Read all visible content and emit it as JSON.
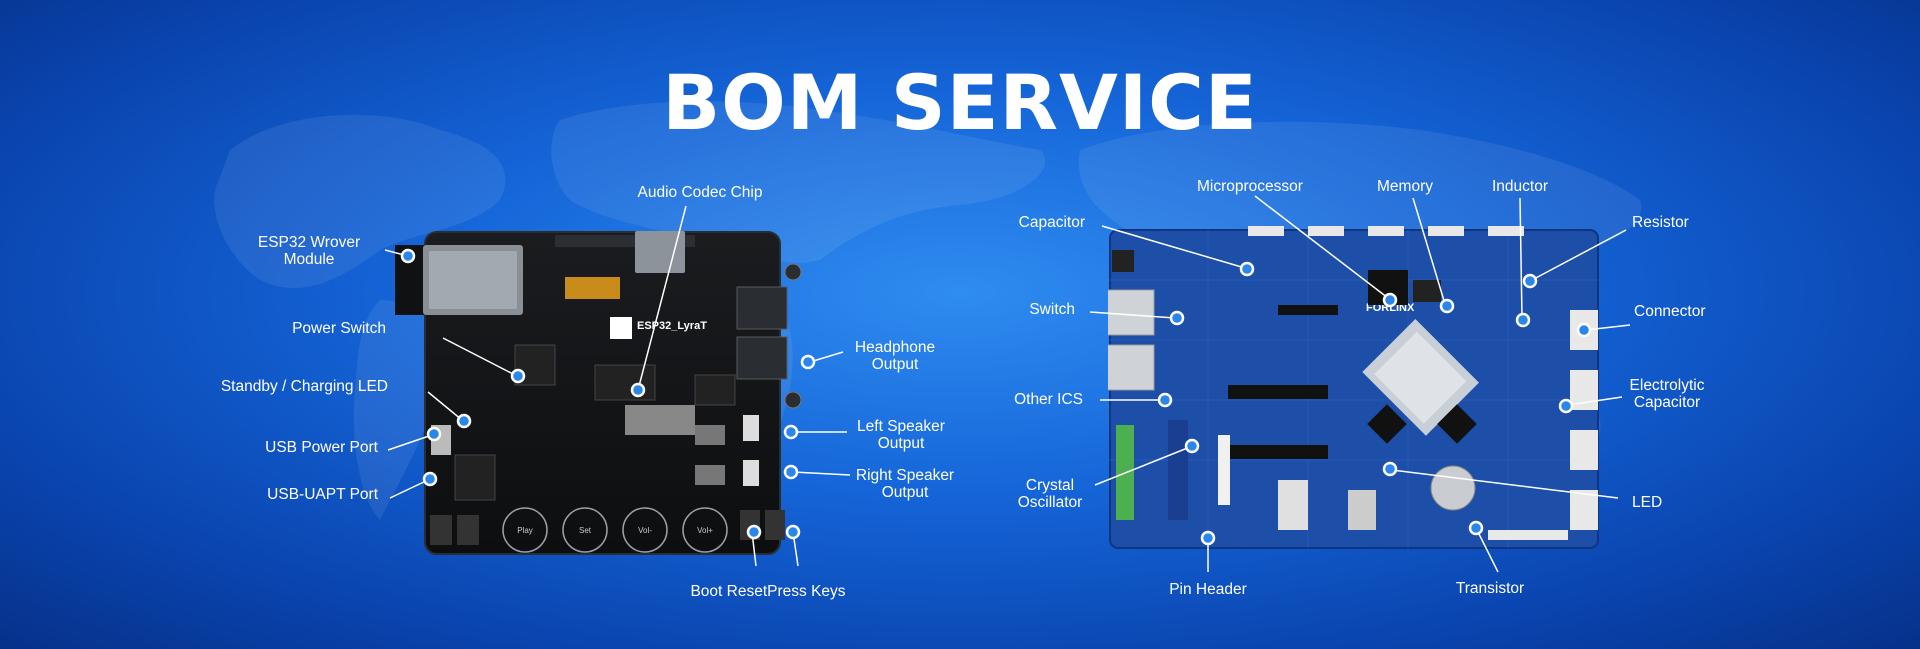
{
  "title": "BOM SERVICE",
  "left_board": {
    "silkscreen": "ESP32_LyraT",
    "buttons": [
      "Play",
      "Set",
      "Vol-",
      "Vol+"
    ],
    "callouts": [
      {
        "id": "esp32",
        "text": "ESP32 Wrover\nModule"
      },
      {
        "id": "audio_codec",
        "text": "Audio Codec Chip"
      },
      {
        "id": "power_switch",
        "text": "Power Switch"
      },
      {
        "id": "standby_led",
        "text": "Standby / Charging LED"
      },
      {
        "id": "usb_power",
        "text": "USB Power Port"
      },
      {
        "id": "usb_uapt",
        "text": "USB-UAPT Port"
      },
      {
        "id": "headphone",
        "text": "Headphone\nOutput"
      },
      {
        "id": "left_speaker",
        "text": "Left Speaker\nOutput"
      },
      {
        "id": "right_speaker",
        "text": "Right Speaker\nOutput"
      },
      {
        "id": "boot_keys",
        "text": "Boot ResetPress Keys"
      }
    ]
  },
  "right_board": {
    "silkscreen": "FORLINX",
    "callouts": [
      {
        "id": "capacitor",
        "text": "Capacitor"
      },
      {
        "id": "microprocessor",
        "text": "Microprocessor"
      },
      {
        "id": "memory",
        "text": "Memory"
      },
      {
        "id": "inductor",
        "text": "Inductor"
      },
      {
        "id": "resistor",
        "text": "Resistor"
      },
      {
        "id": "switch",
        "text": "Switch"
      },
      {
        "id": "connector",
        "text": "Connector"
      },
      {
        "id": "other_ics",
        "text": "Other ICS"
      },
      {
        "id": "electrolytic",
        "text": "Electrolytic\nCapacitor"
      },
      {
        "id": "crystal",
        "text": "Crystal\nOscillator"
      },
      {
        "id": "led",
        "text": "LED"
      },
      {
        "id": "pin_header",
        "text": "Pin Header"
      },
      {
        "id": "transistor",
        "text": "Transistor"
      }
    ]
  },
  "colors": {
    "background": "#1565d8",
    "callout_ring": "#2a86e8",
    "left_pcb": "#111315",
    "right_pcb": "#1d4fa8"
  }
}
